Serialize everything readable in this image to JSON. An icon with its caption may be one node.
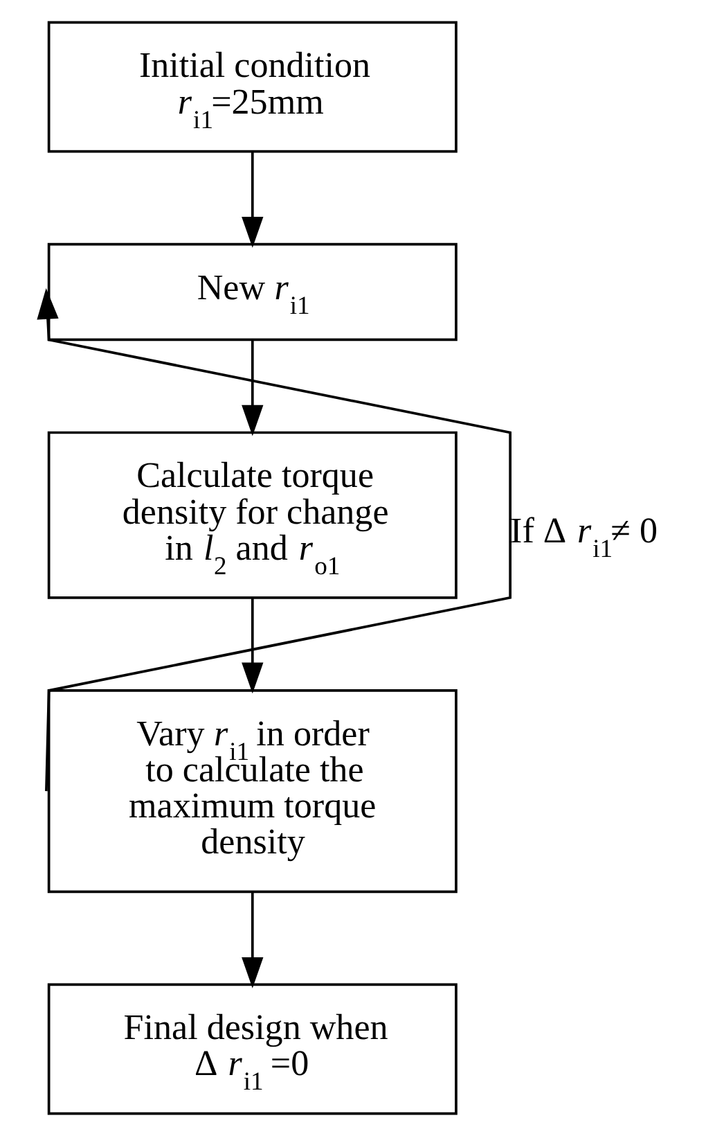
{
  "diagram": {
    "nodes": [
      {
        "text": [
          "Initial condition",
          "*r*$_{i1}$=25mm"
        ]
      },
      {
        "text": [
          "New *r*$_{i1}$"
        ]
      },
      {
        "text": [
          "Calculate torque density for change in *l*$_{2}$ and *r*$_{o1}$"
        ]
      },
      {
        "text": [
          "Vary *r*$_{i1}$ in order to calculate the maximum torque density"
        ]
      },
      {
        "text": [
          "Final design when Δ *r*$_{i1}$ =0"
        ]
      }
    ],
    "edges": [
      {
        "from": 0,
        "to": 1,
        "arrow": "to"
      },
      {
        "from": 1,
        "to": 2,
        "arrow": "to"
      },
      {
        "from": 2,
        "to": 3,
        "arrow": "to"
      },
      {
        "from": 3,
        "to": 1,
        "arrow": "to",
        "label": "If Δ *r*$_{i1}$≠ 0"
      },
      {
        "from": 3,
        "to": 4,
        "arrow": "to"
      }
    ]
  }
}
